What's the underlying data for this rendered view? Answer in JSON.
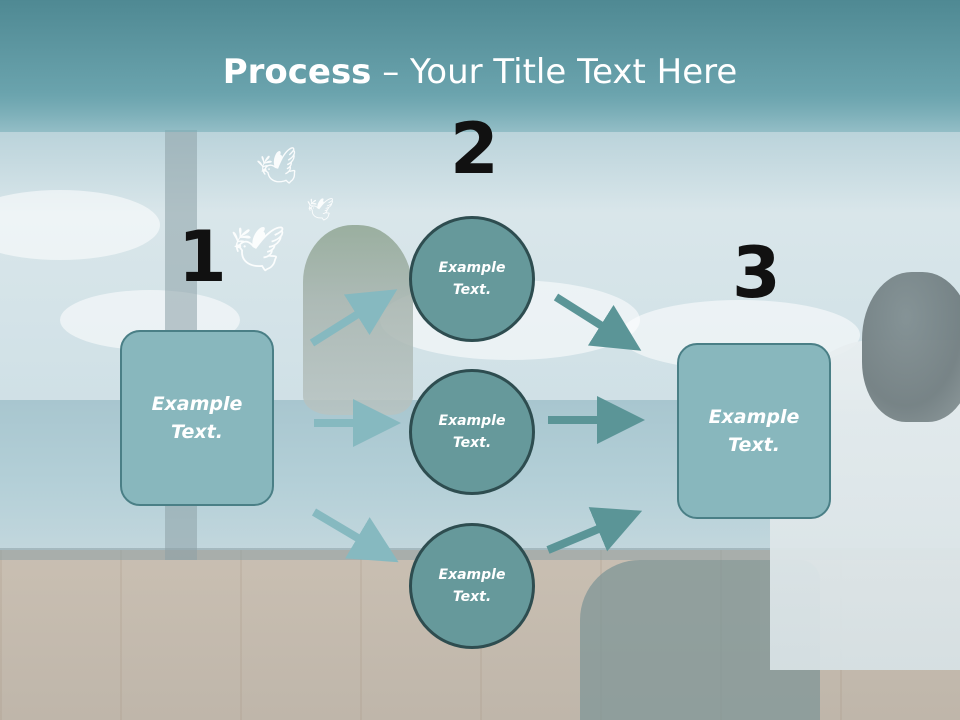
{
  "title": {
    "bold": "Process",
    "rest": " – Your Title Text Here"
  },
  "steps": [
    {
      "number": "1"
    },
    {
      "number": "2"
    },
    {
      "number": "3"
    }
  ],
  "left_box": {
    "text": "Example Text."
  },
  "circles": [
    {
      "text": "Example Text."
    },
    {
      "text": "Example Text."
    },
    {
      "text": "Example Text."
    }
  ],
  "right_box": {
    "text": "Example Text."
  },
  "colors": {
    "box_fill": "#88b7bd",
    "box_border": "#4a7f86",
    "circle_fill": "#66999b",
    "circle_border": "#2e4d50",
    "arrow_light": "#86b9c0",
    "arrow_dark": "#5b9597",
    "title_band": "#5f98a3"
  }
}
